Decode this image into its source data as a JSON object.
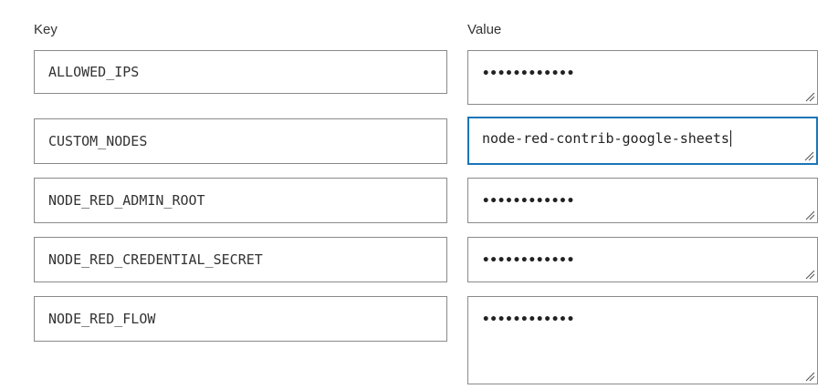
{
  "headers": {
    "key": "Key",
    "value": "Value"
  },
  "rows": [
    {
      "key": "ALLOWED_IPS",
      "value": "••••••••••••",
      "masked": true
    },
    {
      "key": "CUSTOM_NODES",
      "value": "node-red-contrib-google-sheets",
      "masked": false,
      "focused": true
    },
    {
      "key": "NODE_RED_ADMIN_ROOT",
      "value": "••••••••••••",
      "masked": true
    },
    {
      "key": "NODE_RED_CREDENTIAL_SECRET",
      "value": "••••••••••••",
      "masked": true
    },
    {
      "key": "NODE_RED_FLOW",
      "value": "••••••••••••",
      "masked": true
    }
  ],
  "colors": {
    "border": "#8a8a8a",
    "focus_border": "#1a74b8"
  }
}
